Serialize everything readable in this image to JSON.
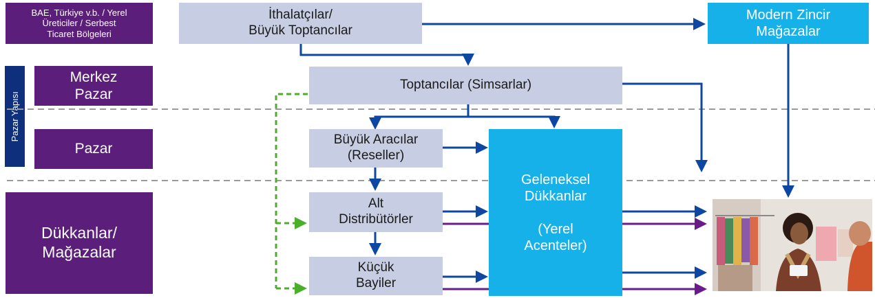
{
  "left_labels": {
    "sources": "BAE, Türkiye v.b. / Yerel\nÜreticiler / Serbest\nTicaret Bölgeleri",
    "central_market": "Merkez\nPazar",
    "market": "Pazar",
    "shops": "Dükkanlar/\nMağazalar",
    "market_structure": "Pazar Yapısı"
  },
  "nodes": {
    "importers": "İthalatçılar/\nBüyük Toptancılar",
    "chain_stores": "Modern Zincir\nMağazalar",
    "wholesalers": "Toptancılar (Simsarlar)",
    "resellers": "Büyük Aracılar\n(Reseller)",
    "sub_distributors": "Alt\nDistribütörler",
    "small_dealers": "Küçük\nBayiler",
    "traditional_shops": "Geleneksel\nDükkanlar\n\n(Yerel\nAcenteler)"
  },
  "colors": {
    "purple": "#5b1e7a",
    "grey": "#c7cde3",
    "cyan": "#16b1e8",
    "navy_arrow": "#0d47a1",
    "purple_arrow": "#6a1b8a",
    "green_dashed": "#4caf2a",
    "divider": "#9a9a9a"
  },
  "illustration": {
    "icon": "shopper-photo-icon"
  }
}
